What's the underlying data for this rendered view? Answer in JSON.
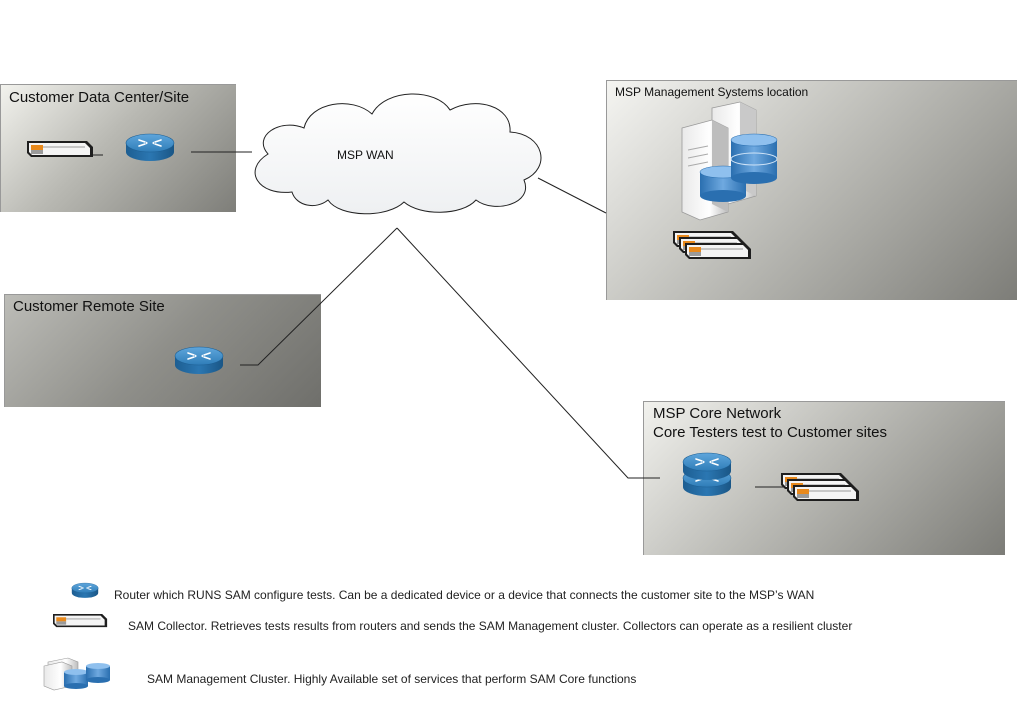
{
  "zones": {
    "customer_dc": {
      "label": "Customer Data Center/Site"
    },
    "customer_remote": {
      "label": "Customer Remote Site"
    },
    "msp_mgmt": {
      "label": "MSP Management Systems location"
    },
    "msp_core": {
      "label_line1": "MSP Core Network",
      "label_line2": "Core Testers test to Customer sites"
    }
  },
  "cloud": {
    "label": "MSP WAN"
  },
  "legend": {
    "router": "Router which RUNS SAM configure tests. Can be a dedicated device or a device that connects the customer site to the MSP’s  WAN",
    "collector": "SAM Collector. Retrieves tests results from routers and sends the SAM Management cluster. Collectors can operate as a resilient cluster",
    "cluster": "SAM Management Cluster. Highly Available set of services that perform SAM Core functions"
  },
  "icons": {
    "router": "router-icon",
    "collector": "collector-icon",
    "cluster": "server-cluster-icon"
  },
  "colors": {
    "router_blue": "#2f7db8",
    "collector_orange": "#e8891c",
    "zone_gray": "#8e8e8a"
  }
}
